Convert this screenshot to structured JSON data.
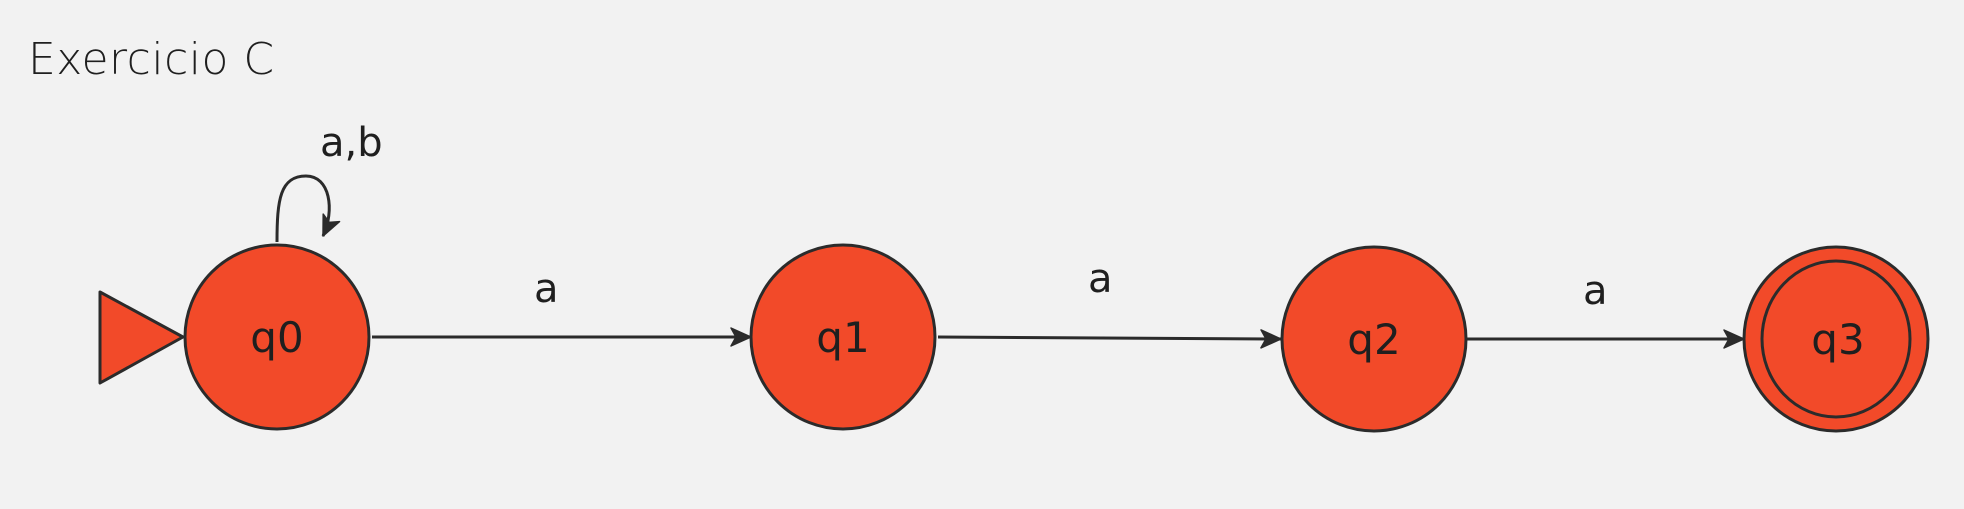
{
  "title": "Exercicio C",
  "colors": {
    "state_fill": "#f24a29",
    "stroke": "#2b2b2b",
    "background": "#f2f2f2"
  },
  "states": [
    {
      "id": "q0",
      "label": "q0",
      "initial": true,
      "accepting": false
    },
    {
      "id": "q1",
      "label": "q1",
      "initial": false,
      "accepting": false
    },
    {
      "id": "q2",
      "label": "q2",
      "initial": false,
      "accepting": false
    },
    {
      "id": "q3",
      "label": "q3",
      "initial": false,
      "accepting": true
    }
  ],
  "transitions": [
    {
      "from": "q0",
      "to": "q0",
      "label": "a,b"
    },
    {
      "from": "q0",
      "to": "q1",
      "label": "a"
    },
    {
      "from": "q1",
      "to": "q2",
      "label": "a"
    },
    {
      "from": "q2",
      "to": "q3",
      "label": "a"
    }
  ]
}
